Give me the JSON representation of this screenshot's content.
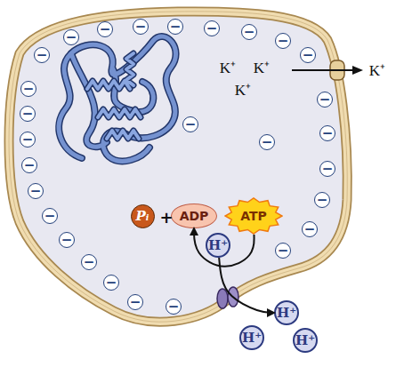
{
  "diagram": {
    "nodes": [
      {
        "text": [
          "−"
        ]
      },
      {
        "text": [
          "−"
        ]
      },
      {
        "text": [
          "−"
        ]
      },
      {
        "text": [
          "−"
        ]
      },
      {
        "text": [
          "−"
        ]
      },
      {
        "text": [
          "−"
        ]
      },
      {
        "text": [
          "−"
        ]
      },
      {
        "text": [
          "−"
        ]
      },
      {
        "text": [
          "−"
        ]
      },
      {
        "text": [
          "−"
        ]
      },
      {
        "text": [
          "−"
        ]
      },
      {
        "text": [
          "−"
        ]
      },
      {
        "text": [
          "−"
        ]
      },
      {
        "text": [
          "−"
        ]
      },
      {
        "text": [
          "−"
        ]
      },
      {
        "text": [
          "−"
        ]
      },
      {
        "text": [
          "−"
        ]
      },
      {
        "text": [
          "−"
        ]
      },
      {
        "text": [
          "−"
        ]
      },
      {
        "text": [
          "−"
        ]
      },
      {
        "text": [
          "−"
        ]
      },
      {
        "text": [
          "−"
        ]
      },
      {
        "text": [
          "−"
        ]
      },
      {
        "text": [
          "−"
        ]
      },
      {
        "text": [
          "−"
        ]
      },
      {
        "text": [
          "−"
        ]
      },
      {
        "text": [
          "−"
        ]
      },
      {
        "text": [
          "−"
        ]
      },
      {
        "text": [
          "Pᵢ"
        ]
      },
      {
        "text": [
          "ADP"
        ]
      },
      {
        "text": [
          "ATP"
        ]
      },
      {
        "text": [
          "H⁺"
        ]
      },
      {
        "text": [
          "H⁺"
        ]
      },
      {
        "text": [
          "H⁺"
        ]
      },
      {
        "text": [
          "H⁺"
        ]
      }
    ],
    "edges": [
      {
        "from": 30,
        "to": 29,
        "arrow": "to"
      },
      {
        "from": 31,
        "to": 32,
        "arrow": "to"
      }
    ],
    "labels": [
      "K⁺",
      "K⁺",
      "K⁺",
      "K⁺",
      "+"
    ]
  }
}
